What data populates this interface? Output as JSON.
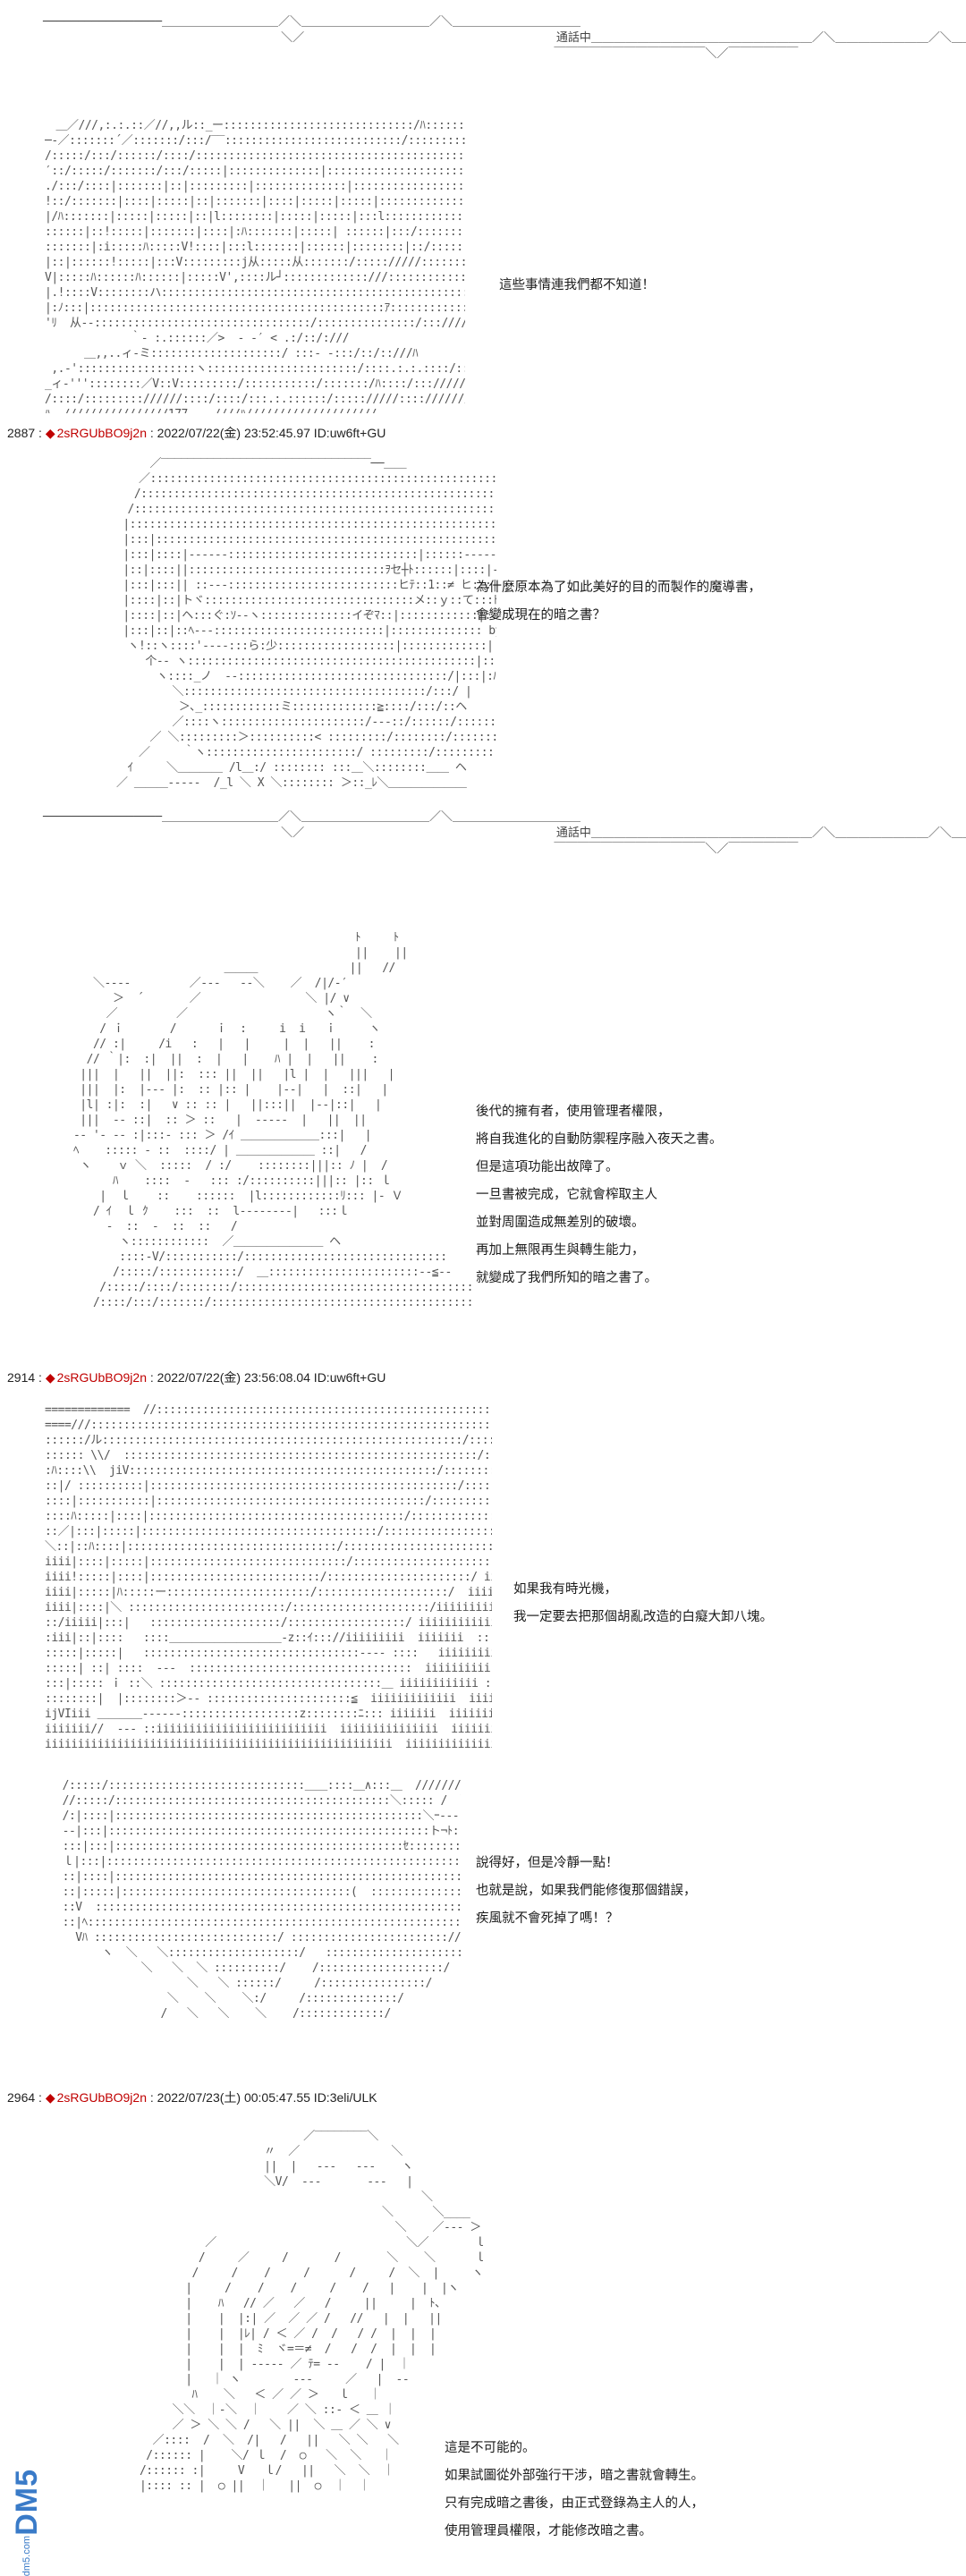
{
  "bubble": {
    "top": "─────────────────＿＿＿＿＿＿＿＿＿＿／＼＿＿＿＿＿＿＿＿＿＿＿／＼＿＿＿＿＿＿＿＿＿＿＿",
    "mid": "                                  ＼／                                    通話中＿＿＿＿＿＿＿＿＿＿＿＿＿＿＿＿＿＿＿／＼＿＿＿＿＿＿＿＿／＼＿＿",
    "bot": "                                                                         ￣￣￣￣￣￣￣￣￣￣￣￣￣＼／￣￣￣￣￣￣"
  },
  "panels": [
    {
      "dialog": [
        "這些事情連我們都不知道！"
      ]
    },
    {
      "header": {
        "num": "2887",
        "trip": "2sRGUbBO9j2n",
        "rest": " : 2022/07/22(金) 23:52:45.97 ID:uw6ft+GU"
      },
      "dialog": [
        "為什麼原本為了如此美好的目的而製作的魔導書，",
        "會變成現在的暗之書？"
      ]
    },
    {
      "dialog": [
        "後代的擁有者，使用管理者權限，",
        "將自我進化的自動防禦程序融入夜天之書。",
        "但是這項功能出故障了。",
        "一旦書被完成，它就會榨取主人",
        "並對周圍造成無差別的破壞。",
        "再加上無限再生與轉生能力，",
        "就變成了我們所知的暗之書了。"
      ]
    },
    {
      "header": {
        "num": "2914",
        "trip": "2sRGUbBO9j2n",
        "rest": " : 2022/07/22(金) 23:56:08.04 ID:uw6ft+GU"
      },
      "dialog": [
        "如果我有時光機，",
        "我一定要去把那個胡亂改造的白癡大卸八塊。"
      ]
    },
    {
      "dialog": [
        "說得好，但是冷靜一點！",
        "也就是說，如果我們能修復那個錯誤，",
        "疾風就不會死掉了嗎！？"
      ]
    },
    {
      "header": {
        "num": "2964",
        "trip": "2sRGUbBO9j2n",
        "rest": " : 2022/07/23(土) 00:05:47.55 ID:3eli/ULK"
      },
      "dialog": [
        "這是不可能的。",
        "如果試圖從外部強行干涉，暗之書就會轉生。",
        "只有完成暗之書後，由正式登錄為主人的人，",
        "使用管理員權限，才能修改暗之書。"
      ]
    }
  ],
  "art": {
    "a1": "　＿／///,:.:.::／//,,ル::_ー:::::::::::::::::::::::::::::/ﾊ:::::::＼////＿／ ‾‾\n─‐／:::::::´／:::::::/:::/‾‾:::::::::::::::::::::::::::/::::::::::::::::::::::::::|ﾆ::_::ヽ\n/:::::/:::/::::::/::::/:::::::::::::::::::::::::::::::::::::::::::::::::::::::::::::/|‾::::＼ _\n′::/:::::/:::::::/:::/:::::|::::::::::::::|:::::::::::::::::::::::::::::::::::::/:::|:::ﾆ:::::::/\n./:::/::::|:::::::|::|:::::::::|::::::::::::::|::::::::::::::::::::::::::::::::|×::::/ｨ\n!::/:::::::|::::|:::::|::|:::::::|::::|:::::|:::::|:::::::::::::::::::::::::::::| ×,ｨ77‐\n|/ﾊ:::::::|:::::|:::::|::|l::::::::|:::::|:::::|:::l:::::::::::::::::::ｨ777/////\n::::::|::!:::::|:::::::|::::|:ﾊ:::::::|:::::| ::::::|:::/::::::::::://////////\n:::::::|:i:::::ﾊ:::::V!::::|:::l:::::::|::::::|::::::::|::/:::::::::::////////\n|::|::::::!:::::|:::V:::::::::j从:::::从:::::::/::::://///::::::::://///\nV|:::::ﾊ::::::ﾊ::::::|:::::V',::::ル┘:::::::::::::///:::::::::::::::///\n|.!::::V::::::::ハ::::::::::::::::::::::::::::::::::::::::::::::::::::.: ‘:://///\n|:ﾉ:::|:::::::::::::::::::::::::::::::::::::::::::::ｱ::::::::::::::://///\n'ﾘ  从‐-:::::::::::::::::::::::::::::::::/:::::::::::::::/:::////\n             ｀‐ :.::::::／>  ‐ ‐′ < .:/::/:///\n      ＿,,..ィ‐ミ::::::::::::::::::::/ :::‐ ‐:::/::/::///ﾊ\n ,.‐'::::::::::::::::::ヽ:::::::::::::::::::::::/::::.:.:.::::/::/::::///ﾊ\n_ィ-'''::::::::／V::V:::::::::/:::::::::::/:::::::/ﾊ::::/:::///////ﾊ\n/::::/::::::::://////::::/::::/:::.:.::::::/::::://///:::://////////\nﾊ  ////////////////177    ////ﾊ////////////////////",
    "a2": "　　　　　／‾‾‾‾‾‾‾‾‾‾‾‾‾‾‾‾‾‾‾‾‾‾‾‾‾‾‾‾‾‾‾‾──＿＿\n　　　　／:::::::::::::::::::::::::::::::::::::::::::::::::::::::::::::::::::::::::＼∨＼\n　　　 /::::::::::::::::::::::::::::::::::::::::::::::::::::::::::::::::::::::::::::::＼∨∧\n　　　/:::::::::::::::::::::::::::::::::::::::::::::::::::::::::::::::::::::::::::＼::∨∧\n　　 |::::::::::::::::::::::::::::::::::::::::::::::::::::::::::::::::::::::::::::::::∨∧|\n　　 |:::|::::::::::::::::::::::::::::::::::::::::::::::::::::::::::::::::::::::::::::::::::∨∧\n　　 |:::|::::|‐‐‐‐‐‐:::::::::::::::::::::::::::::|::::::‐‐‐‐‐:::::::::::::::∨∧\n　　 |::|::::||::::::::::::::::::::::::::::::ｦセ┼ﾄ::::::|::::|‐‐|:::::::::∧::＾ヽ\n　　 |:::|:::|| ::‐‐‐::::::::::::::::::::::::::ヒﾃ::1::≠ ヒ:::|:::::::|‐‐ＮＶ|\n　　 |::::|::|トヾ::::::::::::::::::::::::::::::::メ::ｙ::て:::ﾄ:|ｲぅ::ﾉ:::::::::::|::|\n　　 |::::|::|ヘ:::ぐ:ｿ‐‐ヽ::::::::::::::イぞﾏ::|::::::::::::|::::::::::::|::|\n　　 |:::|::|::ﾍ‐‐‐::::::::::::::::::::::::::|:::::::::::::: by  /ﾊ|::|\n　　　ヽ!::ヽ::::'‐‐‐‐:::ら:少::::::::::::::::::|:::::::::::::|  /:::|:::|\n　　　　 个‐‐ ヽ::::::::::::::::::::::::::::::::::::::::::::|::ﾄ::::::::::::|\n　　　　　 ヽ::::_ノ  ‐‐::::::::::::::::::::::::::::::::/|:::|:ﾊ:::::|\n　　　　　　　＼:::::::::::::::::::::::::::::::::::::/:::/ |\n　　　　　　　 ＞､_::::::::::::ミ:::::::::::::≧::::/:::/::ヘ\n　　　　　　　／::::ヽ::::::::::::::::::::::/‐‐‐::/::::::/::::::::::ヘ\n　　　　　／ ＼:::::::::＞::::::::::< :::::::::/::::::::/::::::::::::::ヘ\n　　　　／　　　｀ヽ:::::::::::::::::::::::/ :::::::::/::::::::::::::::::＼\n　　　ｲ　　　＼＿＿＿＿ /l＿:/ :::::::: :::＿＼::::::::＿＿ ヘ\n　　／ ＿＿＿‐‐‐‐‐  /_l ＼ X ＼:::::::: ＞::_ﾚ＼＿＿＿＿＿＿＿",
    "a3": "                                              ﾄ     ﾄ\n                                              ||    ||\n                          ＿＿＿              ||   //\n      ＼‐‐‐‐         ／‐‐‐   ‐‐＼    ／  /|/‐′\n         ＞  ´       ／                ＼ |/ ∨\n        ／         ／                     ヽ｀  ＼\n       / ｉ       /      ｉ  :     i  i   ｉ     ヽ\n      // :|     /i   :   |   |     |  |   ||    :\n     // ｀|:  :|  ||  :  |   |    ﾊ |  |   ||    :\n    |||  |   ||  ||:  ::: ||  ||   |l |  |   |||   |\n    |||  |:  |‐‐‐ |:  :: |:: |    |‐‐|   |  ::|   |\n    |l| :|:  :|   ∨ :: :: |   ||:::||  |‐‐|::|   |\n    |||  ‐‐ ::|  :: ＞ ::   |  ‐‐‐‐‐  |   ||  ||\n   ‐‐ '‐ ‐‐ :|:::‐ ::: ＞ /ｲ ＿＿＿＿＿＿＿:::|   |\n   ﾍ    ::::: ‐ ::  ::::/ | ＿＿＿＿＿＿＿ ::|   /\n    ヽ    ｖ ＼  :::::  / :/    ::::::::|||:: ﾉ |  /\n         ﾊ    ::::  ‐   ::: :/::::::::::|||:: |:: ｌ\n       |  ｌ    ::    ::::::  |l::::::::::::ﾘ::: |‐ Ｖ\n      / ｲ  ｌ ｸ    :::  ::  l‐‐‐‐‐‐‐‐|   :::ｌ\n        ‐  ::  ‐  ::  ::   / \n          ヽ::::::::::::  ／＿＿＿＿＿＿＿＿ ヘ\n          ::::‐V/:::::::::::/:::::::::::::::::::::::::::::::\n         /:::::/::::::::::::/  ＿:::::::::::::::::::::::‐‐≦‐‐\n       /:::::/::::/::::::::/:::::::::::::::::::::::::::::::::::::＼\n      /::::/:::/:::::::/:::::::::::::::::::::::::::::::::::::::::::: ＼ヘ",
    "a4": "=============  //::::::::::::::::::::::::::::::::::::::::::::::::::::::::::::::::::::::::::ﾊ::::::::::::iiiiiiiii\n====///:::::::::::::::::::::::::::::::::::::::::::::::::::::::::::::::::::::::::::::::::::::::::::iiiiiiiii\n::::::/ル:::::::::::::::::::::::::::::::::::::::::::::::::::::::/:::::::::::::::::::::::::::::::::::::::::::iiiiiiii\n:::::: \\\\/  ::::::::::::::::::::::::::::::::::::::::::::::::::::::/::::::::::::::::::::::::::::::::::::iiiiiiiii\n:ﾊ::::\\\\  jiV:::::::::::::::::::::::::::::::::::::::::::::::/:::::::::::::::::::::::::::::::::::/ iiiiiiiii\n::|/ ::::::::::|:::::::::::::::::::::::::::::::::::::::::::::::/:::::::::::::::::::::::::::::::::/  iiiiiiiiii\n::::|:::::::::::|:::::::::::::::::::::::::::::::::::::::::/:::::::::::::::::::::::::::::::://  iiiiiiiiii\n::::ﾊ:::::|::::|:::::::::::::::::::::::::::::::::::::::/:::::::::::::::::::::::::::://     iiiiiiiiiii\n::／|:::|:::::|::::::::::::::::::::::::::::::::::::/::::::::::::::::::::::::/:::/ ::::::: iiiiiiiiii\n＼::|::ﾊ::::|::::::::::::::::::::::::::::::::/::::::::::::::::::::::::::/::: ::::::::::: ＿/iiiiiiiii\niiii|::::|:::::|::::::::::::::::::::::::::::::/::::::::::::::::::::::/  :::::::::::::::///iiiiiiii\niiii!:::::|::::|::::::::::::::::::::::::::/::::::::::::::::::::::/ iiiiii ::::::::::: iiiiiiiiiiii\niiii|:::::|ﾊ:::::ー::::::::::::::::::::::/::::::::::::::::::::/  iiiiiiii :::::::::::: iiiiiiiiiiiii\niiii|::::|＼ ::::::::::::::::::::::::/:::::::::::::::::::::/iiiiiiiiiiii :::::::::::: iiiiiiiiiiiii\n::/iiiii|:::|   ::::::::::::::::::::/::::::::::::::::::/ iiiiiiiiiiii ::::::::: iiiiiiiiiiii::\n:iii|::|::::   ::::＿＿＿＿＿＿＿＿＿＿‐z::ｲ::://iiiiiiiii  iiiiiii  ::::::: ::iiiiiiiiii\n:::::|:::::|   :::::::::::::::::::::::::::::::::‐‐‐‐ ::::   iiiiiiiii   iiiiiiiii  ::  iiiiiiiii/\n:::::| ::| ::::  ‐‐‐  ::::::::::::::::::::::::::::::::::  iiiiiiiiii ::::::::::::: iiiiiii/\n:::|::::: ｉ ::＼ ::::::::::::::::::::::::::::::::::＿ iiiiiiiiiiii :::::::::::: iiiiiiii\n::::::::|  |::::::::＞‐‐ ::::::::::::::::::::::≦  iiiiiiiiiiiii  iiiiiiiiiiiii iiiiiiii\nijVIiii ＿＿＿＿‐‐‐‐‐‐::::::::::::::::::z::::::::ﾆ::: iiiiiii  iiiiiiiiiiiiiii iiiiiiii\niiiiiii//  ‐‐‐ ::iiiiiiiiiiiiiiiiiiiiiiiiii  iiiiiiiiiiiiiii  iiiiiiiiiiiiiiiiiii  iiiiiii\niiiiiiiiiiiiiiiiiiiiiiiiiiiiiiiiiiiiiiiiiiiiiiiiiiiii  iiiiiiiiiiiiiiiiiiiii  iiiiiiiiiiiii",
    "a5": "  /:::::/::::::::::::::::::::::::::::::＿＿::::＿∧:::＿  //////////\n  //:::::/::::::::::::::::::::::::::::::::::::::::::＼::::: /  ＼\\\\ ////////\n  /:|::::|:::::::::::::::::::::::::::::::::::::::::::::::＼ｰ‐‐‐ ＼\\\\//////\n  ‐‐|:::|:::::::::::::::::::::::::::::::::::::::::::::::::ト¬ﾄ:::::::::::::::|/////\n  :::|:::|::::::::::::::::::::::::::::::::::::::::::::ｾ::::::::::::::::::://///\n  ｌ|:::|:::::::::::::::::::::::::::::::::::::::::::::::::::::::::::::::::://///\n  ::|::::|::::::::::::::::::::::::::::::::::::::::::::::::::::::::::://////\n  ::|:::::|:::::::::::::::::::::::::::::::::::(  :::::::::::::::::::://///\n  ::V  ::::::::::::::::::::::::::::::::::::::::::::::::::::::::::::////\n  ::|ﾍ::::::::::::::::::::::::::::::::::::::::::::::::::::::::::://///\n    Vﾊ ::::::::::::::::::::::::::::/ :::::::::::::::::::::::://///\n        ヽ  ＼   ＼::::::::::::::::::::/   ::::::::::::::::::::::/\n              ＼   ＼  ＼ ::::::::::/    /:::::::::::::::::::/\n                     ＼   ＼ ::::::/     /::::::::::::::::/\n                  ＼    ＼    ＼:/     /::::::::::::::/\n                 /   ＼   ＼    ＼    /:::::::::::::/",
    "a6": "                                  ／‾‾‾‾‾‾‾‾＼\n                            〃  ／              ＼\n                            ||  |   ‐‐‐   ‐‐‐    ヽ\n                            ＼V/  ‐‐‐       ‐‐‐   |\n                                                    ＼\n                                              ＼      ＼____\n                                                ＼    ／‐‐‐ ＞\n                   ／                             ＼／       ｌ\n                  /     ／     /       /       ＼    ＼      ｌ\n                 /     /    /     /      /     /  ＼  |     ヽ\n                |     /    /    /     /    /   |    |  |ヽ\n                |    ﾊ   // ／   ／   /     ||     |  ﾄ、\n                |    |  |:| ／  ／ ／ /   //   |  |   ||\n                |    |  |ﾚ| / ＜ ／ /  /   / /  |  |  |\n                |    |  |  ﾐ  ヾ=＝≠  /   /  /  |  |  |\n                |    |  | ‐‐‐‐‐ ／ ﾃ= ‐‐    / |  ｜\n                |   ｜ ヽ        ‐‐‐     ／   |  ‐‐\n                 ﾊ    ＼   ＜ ／ ／ ＞   ｌ   ｜\n              ＼＼  ｜‐＼  ｜    ／ ＼ ::‐ ＜ ＿ ｜\n              ／ ＞ ＼ ＼ /   ＼ ||  ＼ ＿ ／ ＼ ∨\n           ／::::  /  ＼  /|   /   ||   ＼ ＼   ＼\n          /:::::: |    ＼/ ｌ  /  ○   ＼  ＼   ｜\n         /:::::: :|     V   ｌ/   ||   ＼  ＼  ｜\n         |:::: :: |  ○ ||  ｜   ||  ○  ｜  ｜"
  },
  "watermark": {
    "logo": "DM5",
    "site": "dm5.com"
  }
}
